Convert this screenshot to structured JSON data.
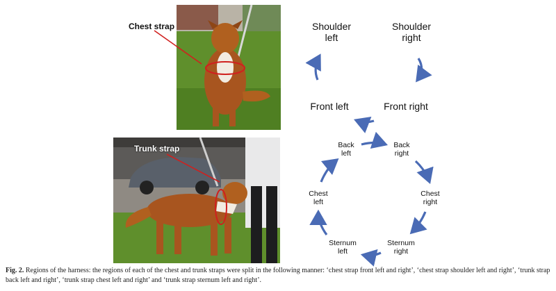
{
  "photos": {
    "chest_label": "Chest strap",
    "trunk_label": "Trunk strap"
  },
  "chest_regions": {
    "shoulder_left": "Shoulder\nleft",
    "shoulder_right": "Shoulder\nright",
    "front_left": "Front left",
    "front_right": "Front right"
  },
  "trunk_regions": {
    "back_left": "Back\nleft",
    "back_right": "Back\nright",
    "chest_left": "Chest\nleft",
    "chest_right": "Chest\nright",
    "sternum_left": "Sternum\nleft",
    "sternum_right": "Sternum\nright"
  },
  "caption": {
    "label": "Fig. 2.",
    "text": "Regions of the harness: the regions of each of the chest and trunk straps were split in the following manner: ‘chest strap front left and right’, ‘chest strap shoulder left and right’, ‘trunk strap back left and right’, ‘trunk strap chest left and right’ and ‘trunk strap sternum left and right’."
  },
  "colors": {
    "arrow": "#4a6bb5",
    "strap_outline": "#d0201e",
    "grass": "#5f8f2c",
    "dog_fur": "#a8551f"
  }
}
